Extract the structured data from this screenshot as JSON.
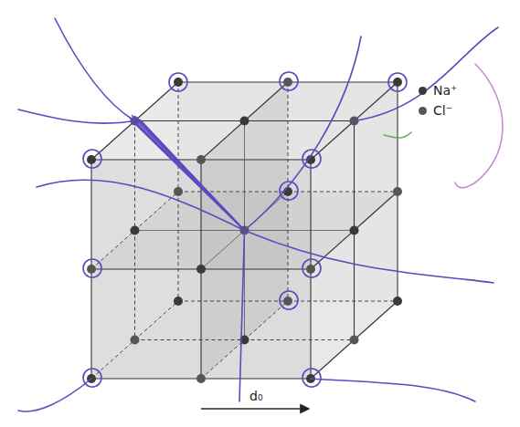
{
  "diagram": {
    "labels": [
      "d₀"
    ],
    "legend": [
      {
        "text": "Na⁺",
        "color": "#3a3a3a"
      },
      {
        "text": "Cl⁻",
        "color": "#565656"
      }
    ]
  }
}
